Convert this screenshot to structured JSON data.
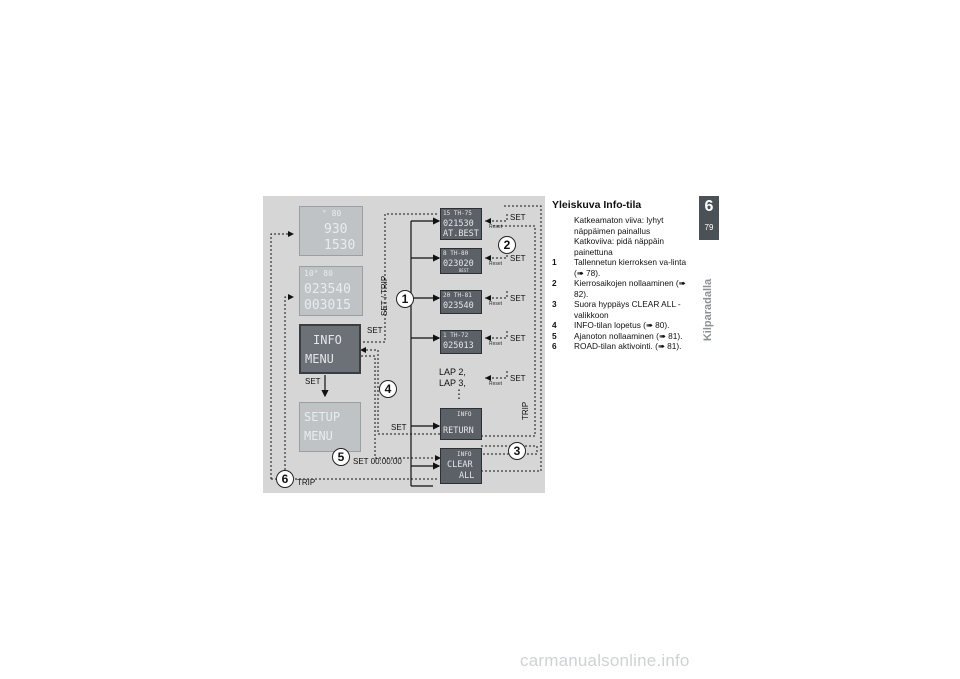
{
  "figure": {
    "displays": {
      "d1": [
        "° 80",
        "930",
        "1530"
      ],
      "d2": [
        "10° 80",
        "023540",
        "003015"
      ],
      "info_menu": [
        "INFO",
        "MENU"
      ],
      "setup_menu": [
        "SETUP",
        "MENU"
      ],
      "lap1": [
        "15 TH-75",
        "021530",
        "AT.BEST"
      ],
      "lap2": [
        "8 TH-80",
        "023020",
        "BEST"
      ],
      "lap3": [
        "20 TH-81",
        "023540"
      ],
      "lap4": [
        "1 TH-72",
        "025013"
      ],
      "info_return": [
        "INFO",
        "RETURN"
      ],
      "info_clear": [
        "INFO",
        "CLEAR",
        "ALL"
      ]
    },
    "labels": {
      "set": "SET",
      "set_trip": "SET / TRIP",
      "trip": "TRIP",
      "set_zero": "SET 00:00:00",
      "reset": "Reset",
      "laps": [
        "LAP 2,",
        "LAP 3,"
      ],
      "dots": "⋮"
    },
    "callouts": [
      "1",
      "2",
      "3",
      "4",
      "5",
      "6"
    ]
  },
  "text": {
    "heading": "Yleiskuva Info-tila",
    "legend_solid": "Katkeamaton viiva: lyhyt näppäimen painallus",
    "legend_dotted": "Katkoviiva: pidä näppäin painettuna",
    "items": [
      {
        "n": "1",
        "text": "Tallennetun kierroksen va-linta (➠ 78)."
      },
      {
        "n": "2",
        "text": "Kierrosaikojen nollaaminen (➠ 82)."
      },
      {
        "n": "3",
        "text": "Suora hyppäys CLEAR ALL -valikkoon"
      },
      {
        "n": "4",
        "text": "INFO-tilan lopetus (➠ 80)."
      },
      {
        "n": "5",
        "text": "Ajanoton nollaaminen (➠ 81)."
      },
      {
        "n": "6",
        "text": "ROAD-tilan aktivointi. (➠ 81)."
      }
    ]
  },
  "tab": {
    "chapter": "6",
    "page": "79",
    "section": "Kilparadalla"
  },
  "watermark": "carmanualsonline.info"
}
